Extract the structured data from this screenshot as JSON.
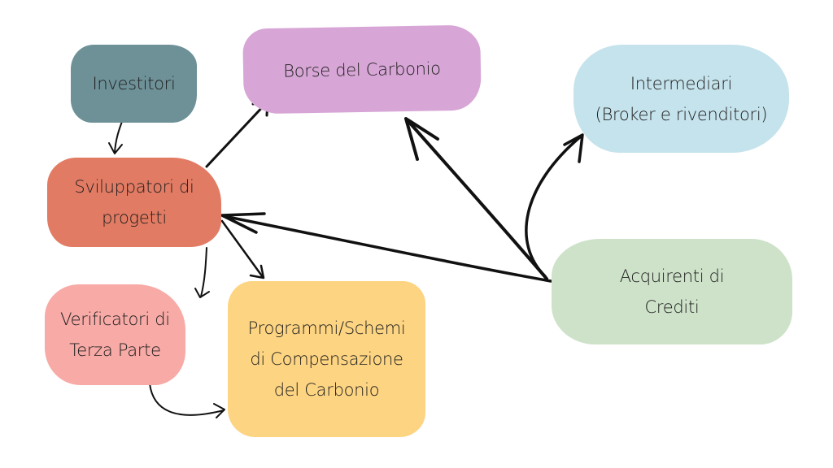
{
  "diagram": {
    "type": "concept-map",
    "nodes": [
      {
        "id": "investitori",
        "label": "Investitori",
        "color": "#6e9198"
      },
      {
        "id": "sviluppatori",
        "label": "Sviluppatori di\nprogetti",
        "color": "#e27b63"
      },
      {
        "id": "borse",
        "label": "Borse del Carbonio",
        "color": "#d7a6d6"
      },
      {
        "id": "intermediari",
        "label": "Intermediari\n(Broker e rivenditori)",
        "color": "#c5e3ec"
      },
      {
        "id": "acquirenti",
        "label": "Acquirenti di\nCrediti",
        "color": "#cde2c9"
      },
      {
        "id": "verificatori",
        "label": "Verificatori di\nTerza Parte",
        "color": "#f7aaa6"
      },
      {
        "id": "programmi",
        "label": "Programmi/Schemi\ndi Compensazione\ndel Carbonio",
        "color": "#fdd482"
      }
    ],
    "edges": [
      {
        "from": "investitori",
        "to": "sviluppatori"
      },
      {
        "from": "sviluppatori",
        "to": "borse"
      },
      {
        "from": "sviluppatori",
        "to": "verificatori"
      },
      {
        "from": "sviluppatori",
        "to": "programmi"
      },
      {
        "from": "verificatori",
        "to": "programmi"
      },
      {
        "from": "acquirenti",
        "to": "sviluppatori"
      },
      {
        "from": "acquirenti",
        "to": "borse"
      },
      {
        "from": "acquirenti",
        "to": "intermediari"
      }
    ],
    "arrow_color": "#111111"
  }
}
